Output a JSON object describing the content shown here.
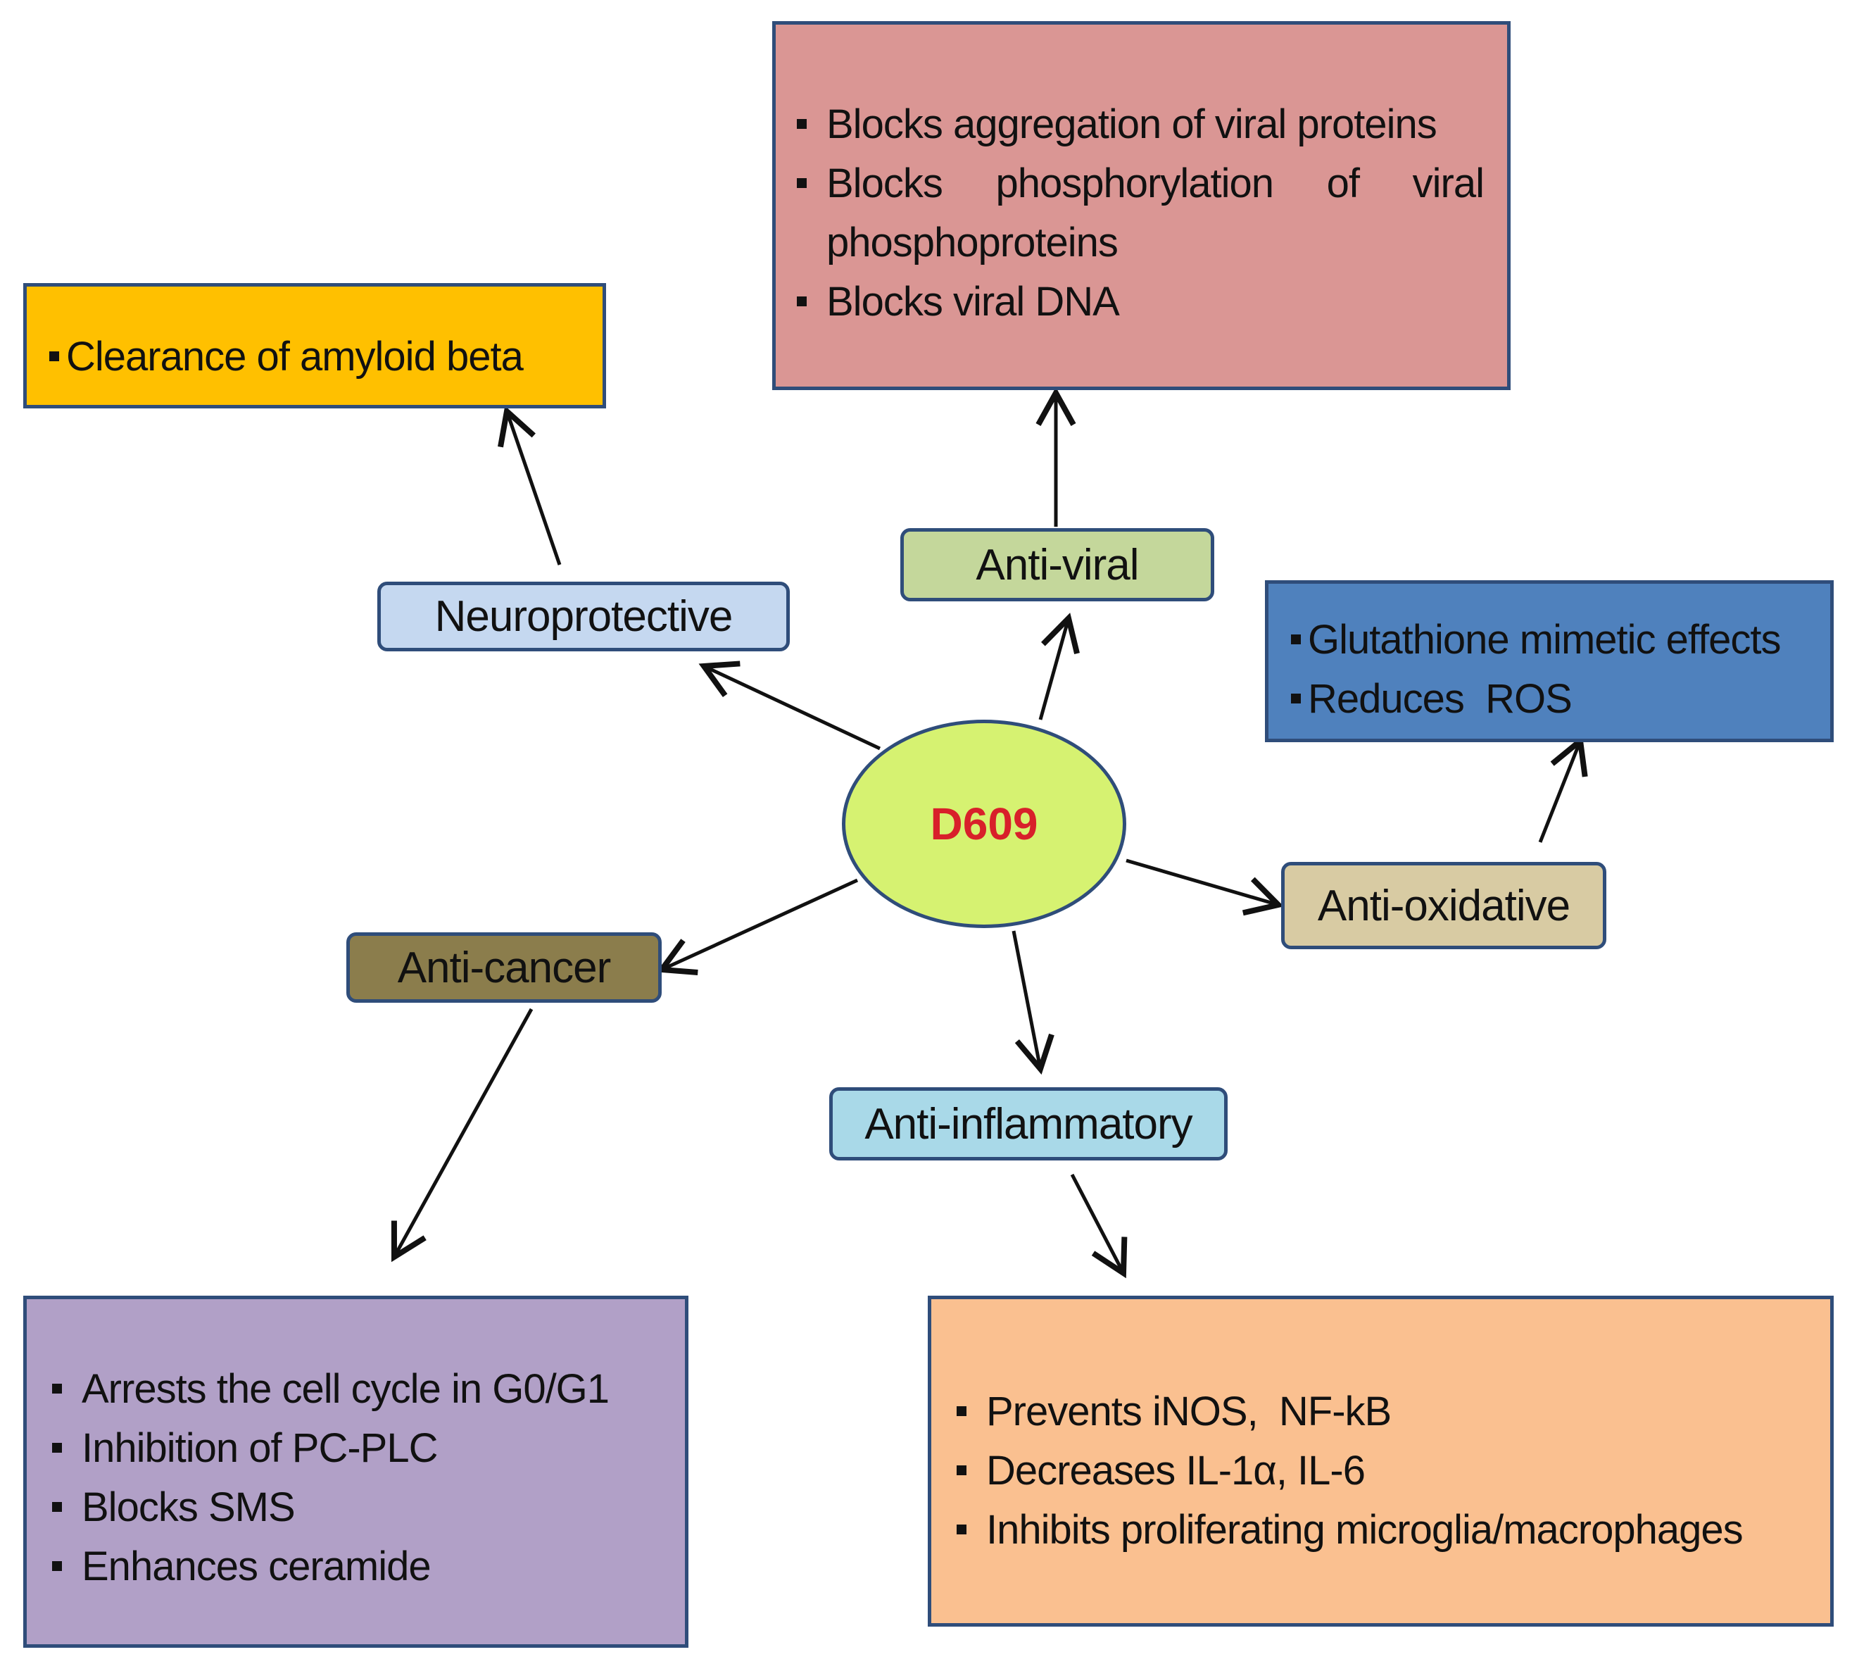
{
  "center": {
    "label": "D609",
    "fill": "#d6f271",
    "text_color": "#d8202a"
  },
  "categories": {
    "neuroprotective": {
      "label": "Neuroprotective",
      "fill": "#c5d8f0"
    },
    "antiviral": {
      "label": "Anti-viral",
      "fill": "#c4d79b"
    },
    "antioxidative": {
      "label": "Anti-oxidative",
      "fill": "#d8cba3"
    },
    "anticancer": {
      "label": "Anti-cancer",
      "fill": "#8b7d4c"
    },
    "antiinflammatory": {
      "label": "Anti-inflammatory",
      "fill": "#a9d9e8"
    }
  },
  "effects": {
    "neuroprotective": {
      "fill": "#ffc000",
      "items": [
        "Clearance of amyloid beta"
      ]
    },
    "antiviral": {
      "fill": "#da9694",
      "items": [
        "Blocks aggregation of viral proteins",
        "Blocks phosphorylation of viral phosphoproteins",
        "Blocks viral DNA"
      ]
    },
    "antioxidative": {
      "fill": "#4f81bd",
      "items": [
        "Glutathione mimetic effects",
        "Reduces  ROS"
      ]
    },
    "anticancer": {
      "fill": "#b1a0c7",
      "items": [
        "Arrests the cell cycle in G0/G1",
        "Inhibition of PC-PLC",
        "Blocks SMS",
        "Enhances ceramide"
      ]
    },
    "antiinflammatory": {
      "fill": "#fac090",
      "items": [
        "Prevents iNOS,  NF-kB",
        "Decreases IL-1α, IL-6",
        "Inhibits proliferating microglia/macrophages"
      ]
    }
  }
}
